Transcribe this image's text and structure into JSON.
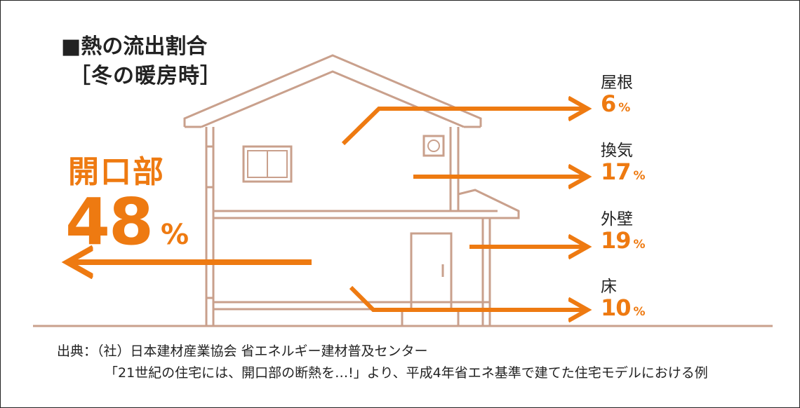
{
  "title": "■熱の流出割合",
  "subtitle": "［冬の暖房時］",
  "main": {
    "label": "開口部",
    "value": "48",
    "unit": "%"
  },
  "parts": [
    {
      "name": "屋根",
      "value": "6",
      "unit": "%"
    },
    {
      "name": "換気",
      "value": "17",
      "unit": "%"
    },
    {
      "name": "外壁",
      "value": "19",
      "unit": "%"
    },
    {
      "name": "床",
      "value": "10",
      "unit": "%"
    }
  ],
  "source": {
    "line1": "出典：（社）日本建材産業協会 省エネルギー建材普及センター",
    "line2": "「21世紀の住宅には、開口部の断熱を…!」より、平成4年省エネ基準で建てた住宅モデルにおける例"
  },
  "colors": {
    "accent": "#ee7a11",
    "house_line": "#c9a08c",
    "text": "#222222"
  }
}
